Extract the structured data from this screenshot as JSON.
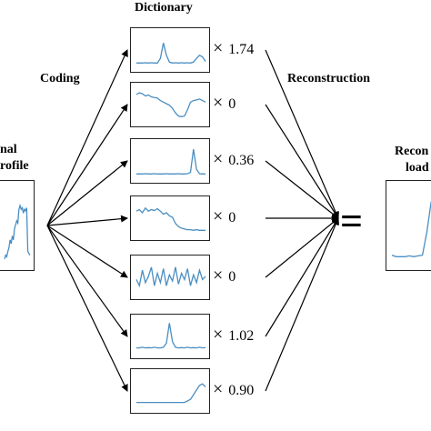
{
  "labels": {
    "dictionary": "Dictionary",
    "coding": "Coding",
    "reconstruction": "Reconstruction",
    "original_line1": "nal",
    "original_line2": "rofile",
    "result_line1": "Recon",
    "result_line2": "load",
    "equals": "="
  },
  "times_symbol": "×",
  "coefficients": [
    "1.74",
    "0",
    "0.36",
    "0",
    "0",
    "1.02",
    "0.90"
  ],
  "line_color": "#4a8ec2",
  "original_profile": [
    0.05,
    0.1,
    0.08,
    0.15,
    0.2,
    0.3,
    0.25,
    0.35,
    0.3,
    0.45,
    0.5,
    0.55,
    0.52,
    0.7,
    0.75,
    0.7,
    0.72,
    0.65,
    0.7,
    0.68,
    0.72,
    0.15,
    0.12,
    0.1
  ],
  "dictionary_atoms": [
    [
      0.05,
      0.05,
      0.05,
      0.06,
      0.05,
      0.06,
      0.05,
      0.05,
      0.2,
      0.7,
      0.3,
      0.08,
      0.05,
      0.06,
      0.05,
      0.06,
      0.05,
      0.06,
      0.05,
      0.08,
      0.2,
      0.3,
      0.25,
      0.1
    ],
    [
      0.8,
      0.85,
      0.82,
      0.75,
      0.78,
      0.72,
      0.7,
      0.68,
      0.6,
      0.55,
      0.5,
      0.45,
      0.35,
      0.2,
      0.1,
      0.08,
      0.1,
      0.3,
      0.55,
      0.6,
      0.62,
      0.65,
      0.6,
      0.55
    ],
    [
      0.05,
      0.05,
      0.05,
      0.06,
      0.05,
      0.05,
      0.06,
      0.05,
      0.05,
      0.05,
      0.06,
      0.05,
      0.05,
      0.05,
      0.06,
      0.05,
      0.05,
      0.06,
      0.1,
      0.85,
      0.2,
      0.06,
      0.05,
      0.05
    ],
    [
      0.7,
      0.75,
      0.65,
      0.8,
      0.7,
      0.75,
      0.72,
      0.78,
      0.7,
      0.6,
      0.65,
      0.55,
      0.5,
      0.3,
      0.2,
      0.15,
      0.12,
      0.1,
      0.1,
      0.08,
      0.1,
      0.08,
      0.08,
      0.08
    ],
    [
      0.4,
      0.2,
      0.7,
      0.3,
      0.5,
      0.8,
      0.2,
      0.6,
      0.3,
      0.75,
      0.2,
      0.55,
      0.35,
      0.8,
      0.25,
      0.6,
      0.4,
      0.75,
      0.2,
      0.55,
      0.3,
      0.7,
      0.4,
      0.5
    ],
    [
      0.1,
      0.1,
      0.12,
      0.1,
      0.11,
      0.1,
      0.12,
      0.1,
      0.1,
      0.12,
      0.25,
      0.9,
      0.3,
      0.12,
      0.1,
      0.11,
      0.1,
      0.12,
      0.1,
      0.11,
      0.1,
      0.12,
      0.1,
      0.11
    ],
    [
      0.1,
      0.1,
      0.1,
      0.1,
      0.1,
      0.1,
      0.1,
      0.1,
      0.1,
      0.1,
      0.1,
      0.1,
      0.1,
      0.1,
      0.1,
      0.1,
      0.1,
      0.15,
      0.2,
      0.35,
      0.5,
      0.65,
      0.7,
      0.6
    ]
  ],
  "reconstructed_profile": [
    0.1,
    0.08,
    0.08,
    0.08,
    0.09,
    0.08,
    0.09,
    0.1,
    0.4,
    0.8,
    0.82
  ]
}
